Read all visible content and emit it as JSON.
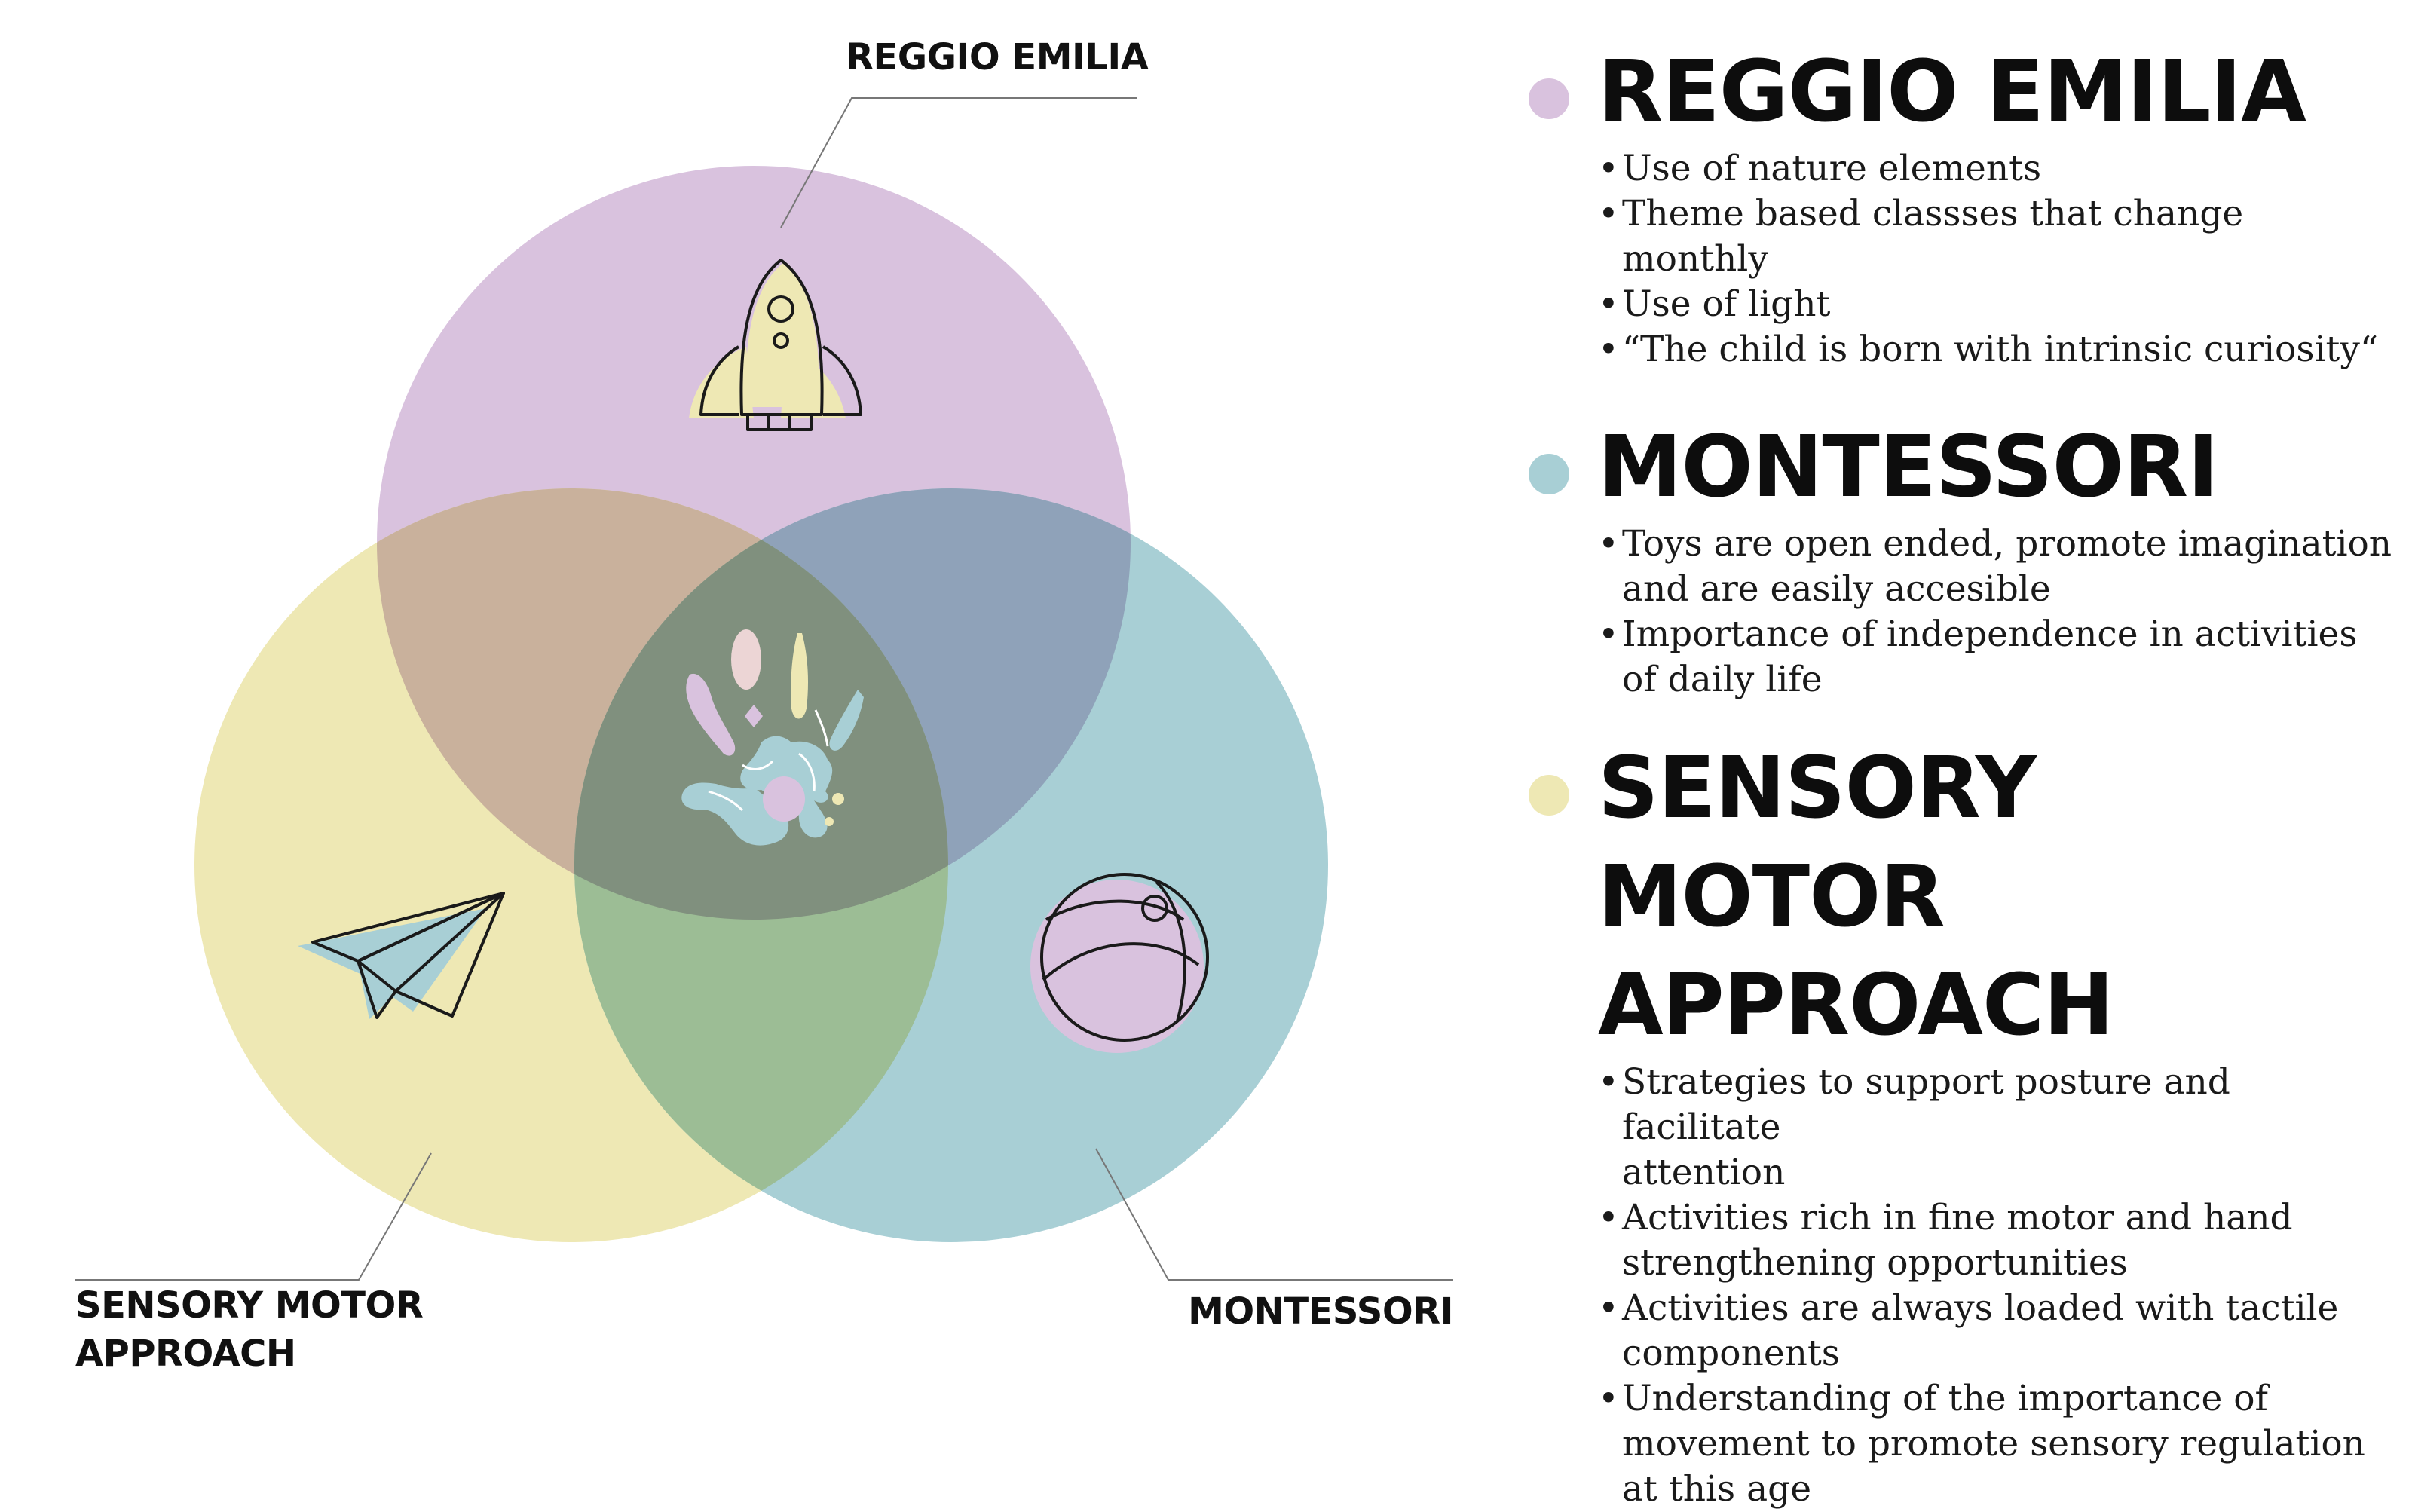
{
  "venn": {
    "reggio_label": "REGGIO EMILIA",
    "montessori_label": "MONTESSORI",
    "sensory_label_line1": "SENSORY MOTOR",
    "sensory_label_line2": "APPROACH"
  },
  "colors": {
    "reggio": "#d9c2de",
    "montessori": "#a8cfd5",
    "sensory": "#eee8b4",
    "reggio_montessori_overlap": "#8fa2b9",
    "reggio_sensory_overlap": "#c9b19c",
    "montessori_sensory_overlap": "#9cbd95",
    "center_overlap": "#80907e"
  },
  "icons": {
    "reggio": "rocket-icon",
    "montessori": "beach-ball-icon",
    "sensory": "paper-plane-icon",
    "center": "handprint-icon"
  },
  "legend": [
    {
      "title_lines": [
        "REGGIO EMILIA"
      ],
      "color": "#d9c2de",
      "items": [
        [
          "Use of nature elements"
        ],
        [
          "Theme based classses that change monthly"
        ],
        [
          "Use of light"
        ],
        [
          "“The child is born with intrinsic curiosity“"
        ]
      ]
    },
    {
      "title_lines": [
        "MONTESSORI"
      ],
      "color": "#a8cfd5",
      "items": [
        [
          "Toys are open ended, promote imagination",
          "and are easily accesible"
        ],
        [
          "Importance of independence in activities",
          "of daily life"
        ]
      ]
    },
    {
      "title_lines": [
        "SENSORY MOTOR",
        "APPROACH"
      ],
      "color": "#eee8b4",
      "items": [
        [
          "Strategies to support posture and facilitate",
          "attention"
        ],
        [
          "Activities rich in fine motor and hand",
          "strengthening opportunities"
        ],
        [
          "Activities are always loaded with tactile",
          "components"
        ],
        [
          "Understanding of the importance of",
          "movement to promote sensory regulation",
          "at this age"
        ]
      ]
    }
  ]
}
